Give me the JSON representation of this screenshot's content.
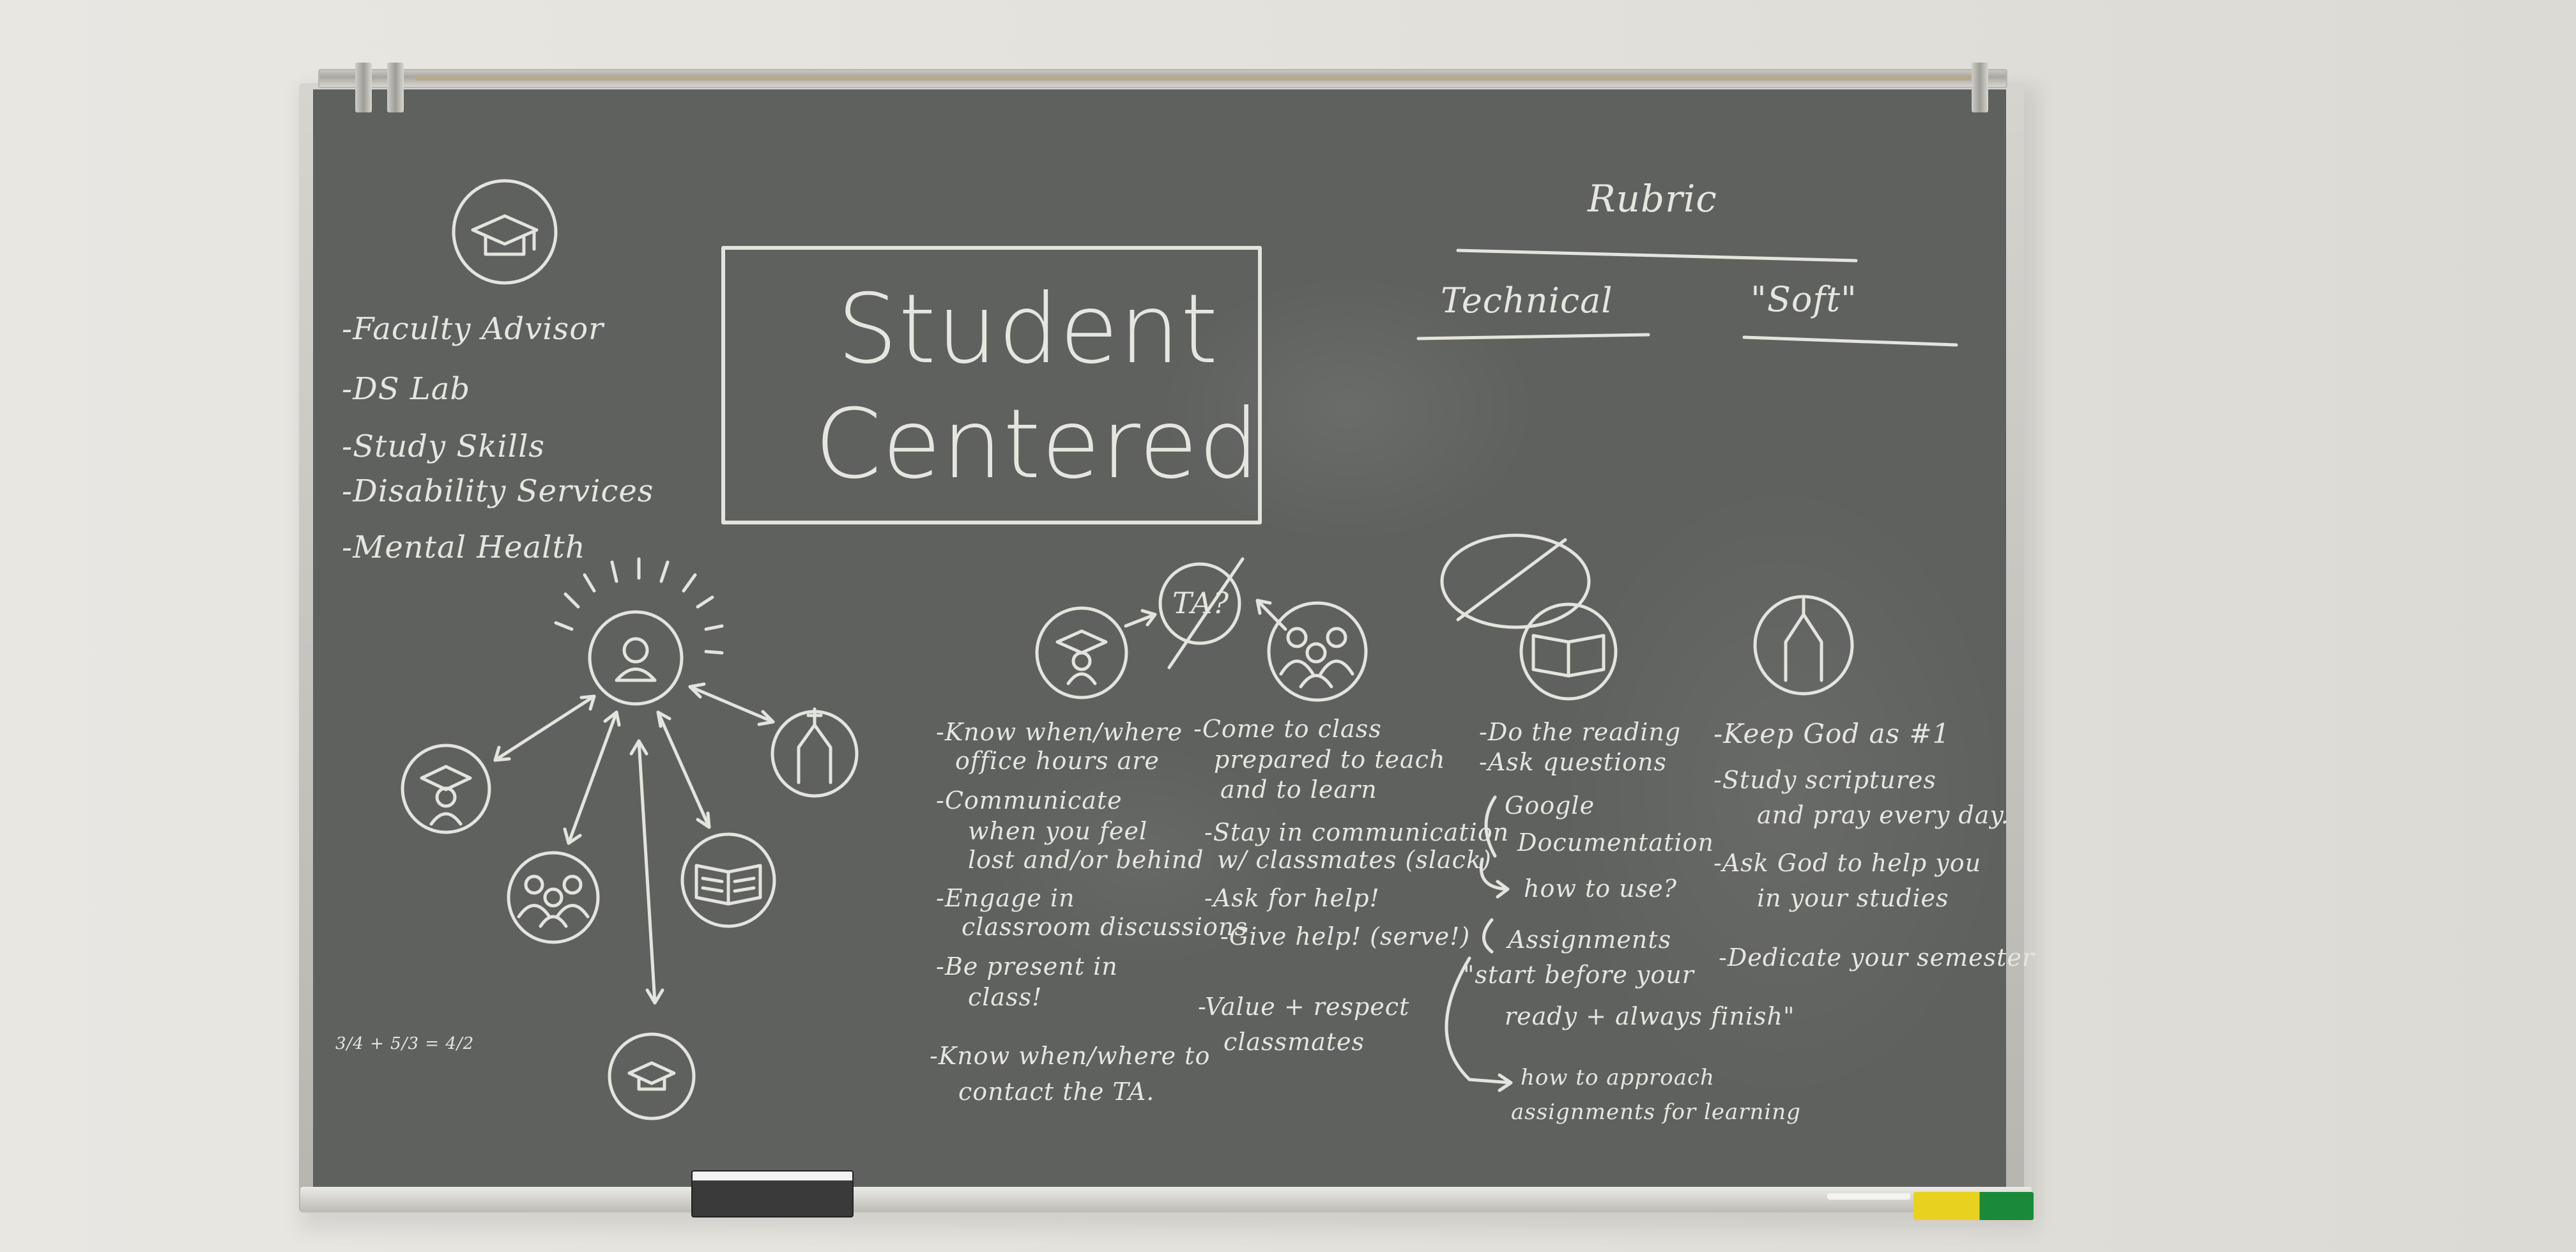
{
  "board": {
    "title_line1": "Student",
    "title_line2": "Centered",
    "rubric": {
      "title": "Rubric",
      "col1": "Technical",
      "col2": "\"Soft\""
    },
    "resources": [
      "-Faculty Advisor",
      "-DS Lab",
      "-Study Skills",
      "-Disability Services",
      "-Mental Health"
    ],
    "ta_label": "TA?",
    "fraction_note": "3/4 + 5/3 = 4/2",
    "columns": {
      "ta": [
        "-Know when/where",
        "office hours are",
        "-Communicate",
        "when you feel",
        "lost and/or behind",
        "-Engage in",
        "classroom discussions",
        "-Be present in",
        "class!",
        "-Know when/where to",
        "contact the TA."
      ],
      "peers": [
        "-Come to class",
        "prepared to teach",
        "and to learn",
        "-Stay in communication",
        "w/ classmates (slack)",
        "-Ask for help!",
        "-Give help! (serve!)",
        "-Value + respect",
        "classmates"
      ],
      "materials": [
        "-Do the reading",
        "-Ask questions",
        "Google",
        "Documentation",
        "how to use?",
        "Assignments",
        "\"start before your",
        "ready + always finish\"",
        "how to approach",
        "assignments for learning"
      ],
      "faith": [
        "-Keep God as #1",
        "-Study scriptures",
        "and pray every day.",
        "-Ask God to help you",
        "in your studies",
        "-Dedicate your semester"
      ]
    }
  }
}
